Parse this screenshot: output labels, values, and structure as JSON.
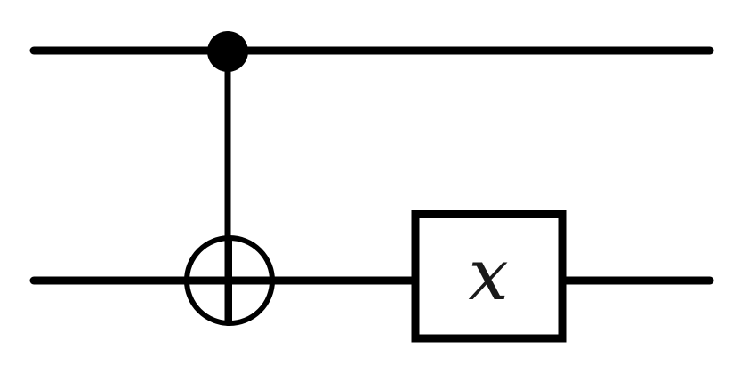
{
  "circuit": {
    "gates": [
      {
        "type": "cnot",
        "control_qubit": 0,
        "target_qubit": 1
      },
      {
        "type": "single",
        "qubit": 1,
        "label": "x"
      }
    ]
  },
  "colors": {
    "wire": "#000000",
    "gate_label": "#1a1a1a",
    "background": "#ffffff"
  }
}
